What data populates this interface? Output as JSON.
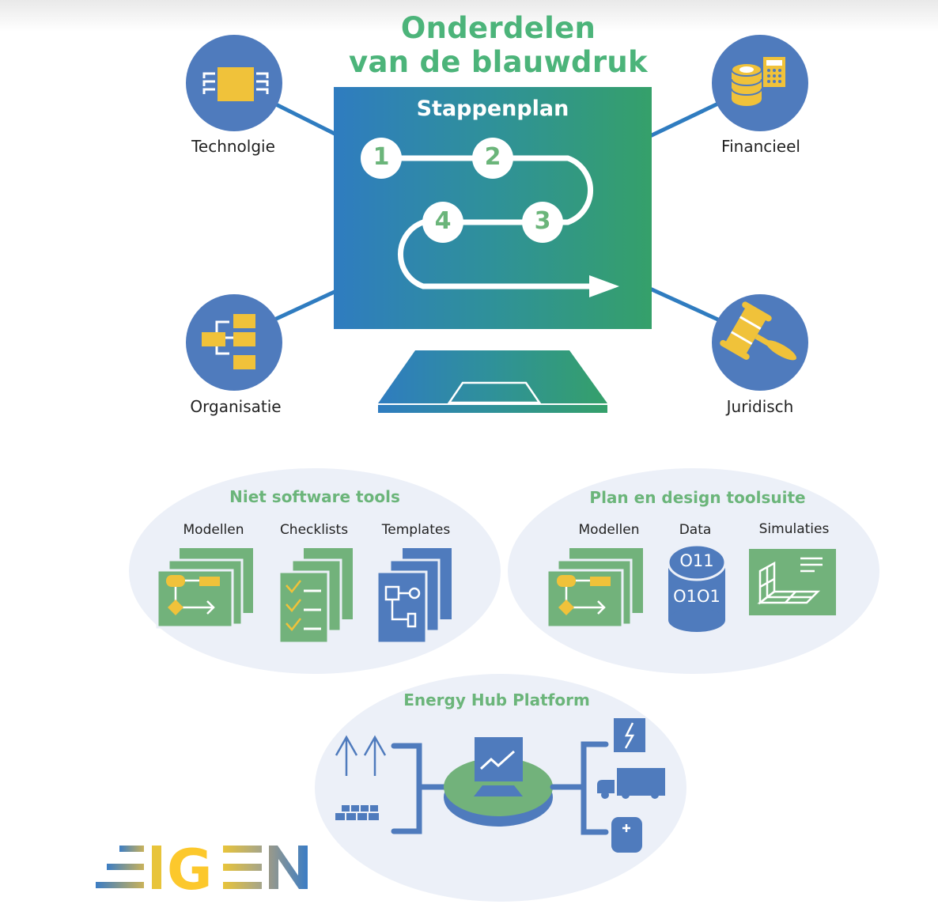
{
  "title": {
    "line1": "Onderdelen",
    "line2": "van de blauwdruk"
  },
  "monitor": {
    "heading": "Stappenplan",
    "steps": [
      "1",
      "2",
      "3",
      "4"
    ]
  },
  "components": [
    {
      "label": "Technolgie",
      "icon": "chip-icon"
    },
    {
      "label": "Financieel",
      "icon": "coins-calculator-icon"
    },
    {
      "label": "Organisatie",
      "icon": "org-chart-icon"
    },
    {
      "label": "Juridisch",
      "icon": "gavel-icon"
    }
  ],
  "groups": {
    "non_software": {
      "title": "Niet software tools",
      "items": [
        "Modellen",
        "Checklists",
        "Templates"
      ]
    },
    "toolsuite": {
      "title": "Plan en design toolsuite",
      "items": [
        "Modellen",
        "Data",
        "Simulaties"
      ],
      "data_icon_text": [
        "O11",
        "O1O1"
      ]
    },
    "platform": {
      "title": "Energy Hub Platform"
    }
  },
  "logo": {
    "text": "EIGEN"
  },
  "colors": {
    "green": "#4cb47a",
    "soft_green": "#72b27b",
    "blue": "#4f7bbd",
    "yellow": "#f0c23a",
    "ellipse_bg": "#ecf0f8"
  }
}
